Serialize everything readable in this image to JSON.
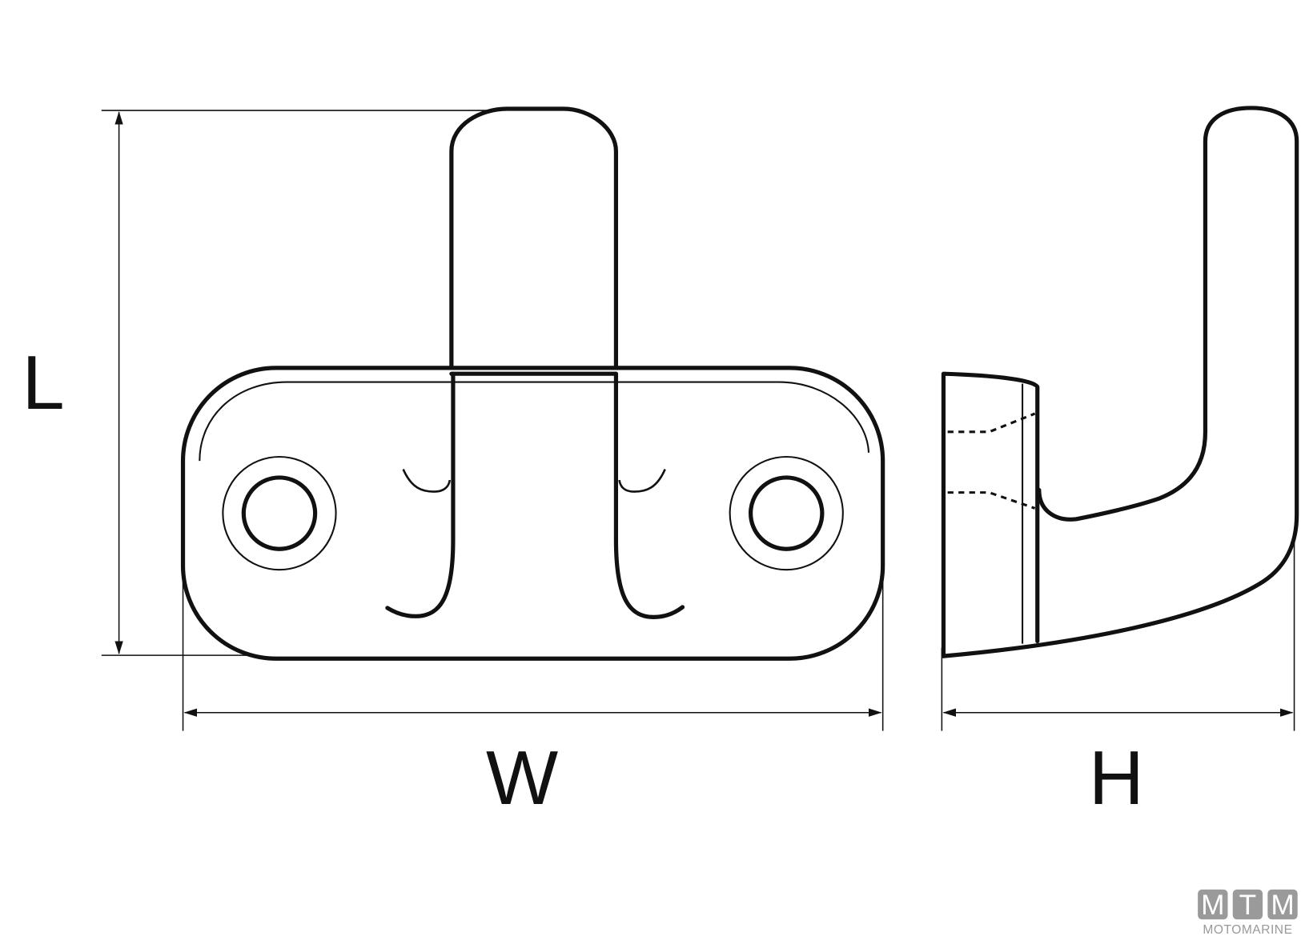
{
  "dimensions": {
    "length_label": "L",
    "width_label": "W",
    "height_label": "H"
  },
  "logo": {
    "letters": [
      "M",
      "T",
      "M"
    ],
    "name": "MOTOMARINE",
    "color": "#999999"
  }
}
